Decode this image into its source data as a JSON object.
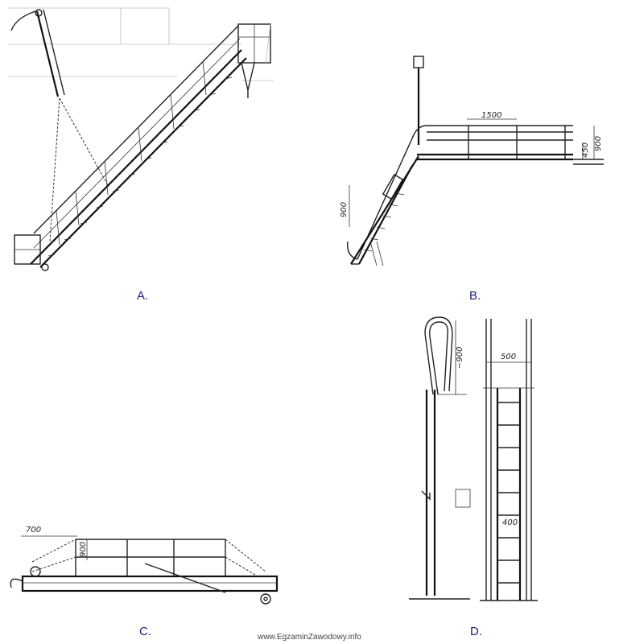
{
  "labels": {
    "a": "A.",
    "b": "B.",
    "c": "C.",
    "d": "D."
  },
  "dimensions": {
    "b_top": "1500",
    "b_right_inner": "450",
    "b_right_outer": "900",
    "b_left": "900",
    "c_left": "700",
    "c_height": "900",
    "d_top": "~900",
    "d_width": "500",
    "d_lower": "400"
  },
  "footer": "www.EgzaminZawodowy.info"
}
